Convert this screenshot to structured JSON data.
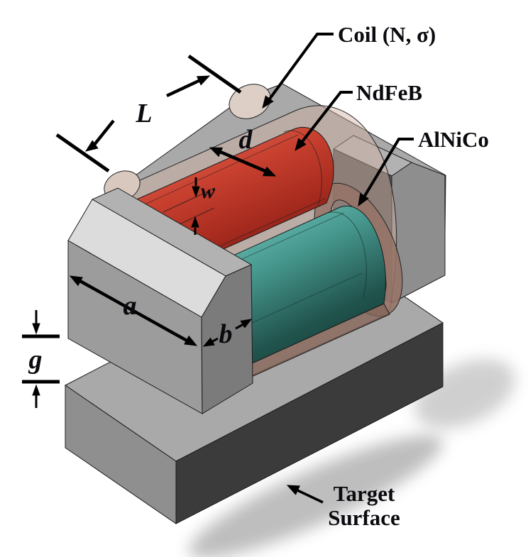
{
  "figure": {
    "callouts": {
      "coil": {
        "label": "Coil (N, σ)"
      },
      "ndfeb": {
        "label": "NdFeB"
      },
      "alnico": {
        "label": "AlNiCo"
      },
      "target": {
        "line1": "Target",
        "line2": "Surface"
      }
    },
    "dimensions": {
      "coil_length": "L",
      "magnet_diameter": "d",
      "coil_thickness": "w",
      "pole_width": "a",
      "pole_depth": "b",
      "air_gap": "g"
    },
    "colors": {
      "ndfeb_red": "#c23a2b",
      "alnico_teal": "#3f968c",
      "coil_copper": "#cfae9e",
      "steel_gray": "#9c9c9c",
      "steel_light": "#dcdcdc",
      "target_dark": "#3b3b3b"
    }
  }
}
